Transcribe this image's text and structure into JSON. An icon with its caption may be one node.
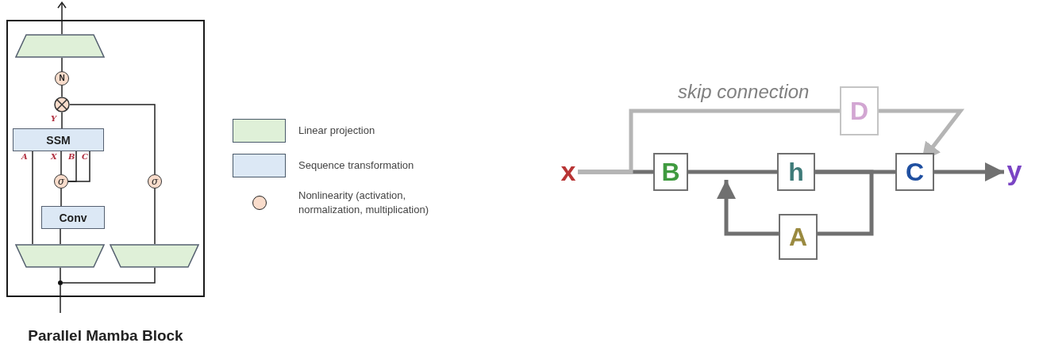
{
  "diagram": {
    "nodes": [
      {
        "text": [
          "Parallel Mamba Block"
        ]
      },
      {
        "text": [],
        "shape": "trapezoid",
        "in": 0
      },
      {
        "text": [
          "N"
        ],
        "in": 0
      },
      {
        "text": [],
        "shape": "circle",
        "in": 0
      },
      {
        "text": [
          "SSM"
        ],
        "in": 0
      },
      {
        "text": [
          "σ"
        ],
        "in": 0
      },
      {
        "text": [
          "Conv"
        ],
        "in": 0
      },
      {
        "text": [
          "σ"
        ],
        "in": 0
      },
      {
        "text": [],
        "shape": "trapezoid",
        "in": 0
      },
      {
        "text": [],
        "shape": "trapezoid",
        "in": 0
      },
      {
        "text": [],
        "shape": "dot",
        "in": 0
      },
      {
        "text": [
          "x"
        ]
      },
      {
        "text": [
          "B"
        ]
      },
      {
        "text": [
          "h"
        ]
      },
      {
        "text": [
          "C"
        ]
      },
      {
        "text": [
          "y"
        ]
      },
      {
        "text": [
          "A"
        ]
      },
      {
        "text": [
          "D"
        ]
      }
    ],
    "edges": [
      {
        "from": null,
        "to": 10,
        "arrow": "none"
      },
      {
        "from": 10,
        "to": 8,
        "arrow": "none"
      },
      {
        "from": 10,
        "to": 9,
        "arrow": "none"
      },
      {
        "from": 8,
        "to": 4,
        "arrow": "none",
        "label": "A"
      },
      {
        "from": 8,
        "to": 6,
        "arrow": "none"
      },
      {
        "from": 6,
        "to": 5,
        "arrow": "none"
      },
      {
        "from": 5,
        "to": 4,
        "arrow": "none",
        "label": "X"
      },
      {
        "from": 5,
        "to": 4,
        "arrow": "none",
        "label": "B"
      },
      {
        "from": 5,
        "to": 4,
        "arrow": "none",
        "label": "C"
      },
      {
        "from": 4,
        "to": 3,
        "arrow": "none",
        "label": "Y"
      },
      {
        "from": 3,
        "to": 2,
        "arrow": "none"
      },
      {
        "from": 2,
        "to": 1,
        "arrow": "none"
      },
      {
        "from": 1,
        "to": null,
        "arrow": "to"
      },
      {
        "from": 9,
        "to": 7,
        "arrow": "none"
      },
      {
        "from": 7,
        "to": 3,
        "arrow": "none"
      },
      {
        "from": 11,
        "to": 12,
        "arrow": "none",
        "style": "thick",
        "color": "#707070"
      },
      {
        "from": 12,
        "to": 13,
        "arrow": "none",
        "style": "thick",
        "color": "#707070"
      },
      {
        "from": 13,
        "to": 14,
        "arrow": "none",
        "style": "thick",
        "color": "#707070"
      },
      {
        "from": 14,
        "to": 15,
        "arrow": "to",
        "style": "thick",
        "color": "#707070"
      },
      {
        "from": 13,
        "to": 16,
        "arrow": "none",
        "style": "thick",
        "color": "#707070"
      },
      {
        "from": 16,
        "to": null,
        "arrow": "to",
        "style": "thick",
        "color": "#707070"
      },
      {
        "from": 11,
        "to": 17,
        "arrow": "none",
        "style": "thick",
        "color": "#b5b5b5",
        "label": "skip connection"
      },
      {
        "from": 17,
        "to": 14,
        "arrow": "to",
        "style": "thick",
        "color": "#b5b5b5"
      }
    ],
    "legend": [
      {
        "text": "Linear projection",
        "color": "#dff0d8"
      },
      {
        "text": "Sequence transformation",
        "color": "#dce8f5"
      },
      {
        "text": "Nonlinearity (activation, normalization, multiplication)",
        "color": "#f9dccb"
      }
    ]
  }
}
